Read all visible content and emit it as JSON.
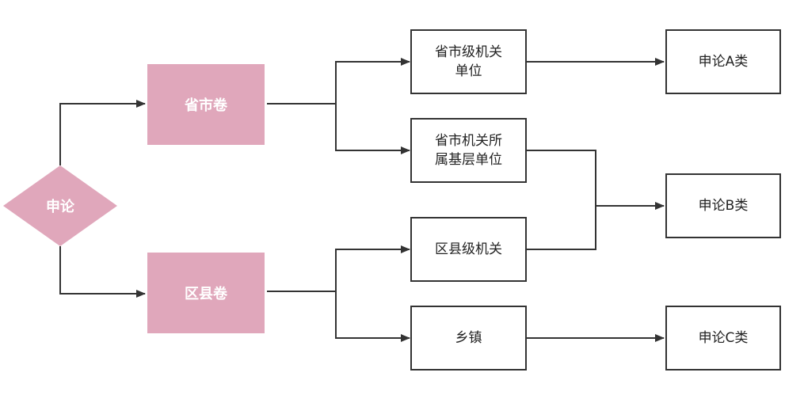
{
  "root": {
    "label": "申论"
  },
  "papers": [
    {
      "label": "省市卷"
    },
    {
      "label": "区县卷"
    }
  ],
  "units": [
    {
      "lines": [
        "省市级机关",
        "单位"
      ]
    },
    {
      "lines": [
        "省市机关所",
        "属基层单位"
      ]
    },
    {
      "lines": [
        "区县级机关"
      ]
    },
    {
      "lines": [
        "乡镇"
      ]
    }
  ],
  "categories": [
    {
      "label": "申论A类"
    },
    {
      "label": "申论B类"
    },
    {
      "label": "申论C类"
    }
  ],
  "colors": {
    "accent": "#e0a7bb",
    "line": "#333333"
  }
}
